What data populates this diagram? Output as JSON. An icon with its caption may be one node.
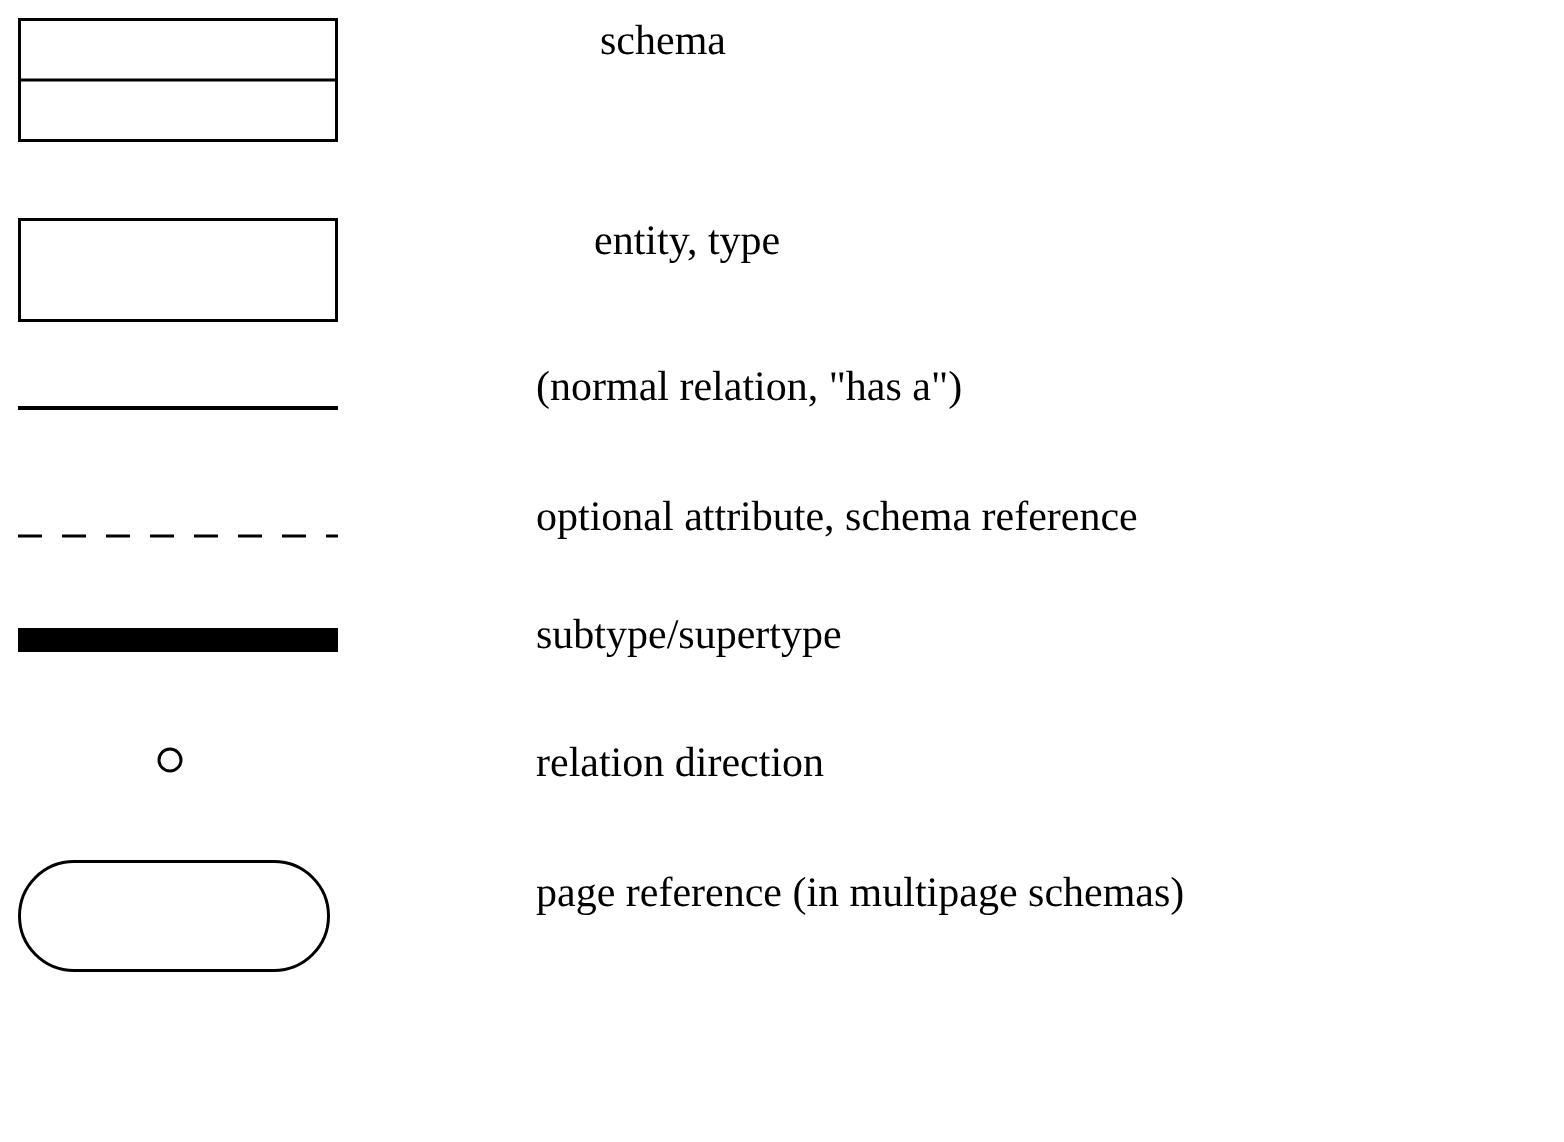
{
  "diagram": {
    "legend": [
      {
        "text": "schema"
      },
      {
        "text": "entity, type"
      },
      {
        "text": "(normal relation, \"has a\")"
      },
      {
        "text": "optional attribute, schema reference"
      },
      {
        "text": "subtype/supertype"
      },
      {
        "text": "relation direction"
      },
      {
        "text": "page reference (in multipage schemas)"
      }
    ]
  }
}
